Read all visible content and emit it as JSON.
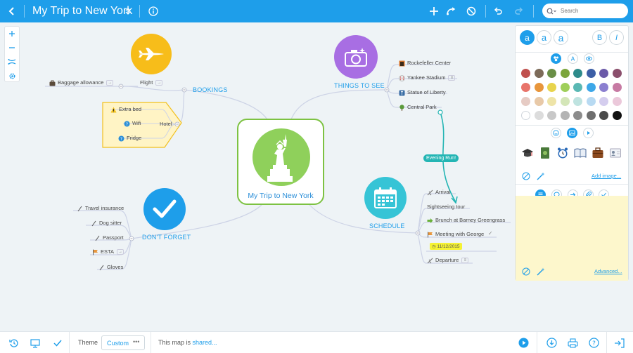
{
  "topbar": {
    "title": "My Trip to New York",
    "search_placeholder": "Search"
  },
  "mindmap": {
    "center": "My Trip to New York",
    "branches": {
      "bookings": "BOOKINGS",
      "things": "THINGS TO SEE",
      "schedule": "SCHEDULE",
      "dontforget": "DON'T FORGET"
    },
    "bookings": {
      "flight": "Flight",
      "baggage": "Baggage allowance",
      "hotel": "Hotel",
      "extra_bed": "Extra bed",
      "wifi": "Wifi",
      "fridge": "Fridge"
    },
    "things": [
      "Rockefeller Center",
      "Yankee Stadium",
      "Statue of Liberty",
      "Central Park"
    ],
    "schedule": {
      "arrival": "Arrival",
      "sightseeing": "Sightseeing tour",
      "brunch": "Brunch at Barney Greengrass",
      "meeting": "Meeting with George",
      "meeting_date": "11/12/2015",
      "departure": "Departure"
    },
    "dontforget": [
      "Travel insurance",
      "Dog sitter",
      "Passport",
      "ESTA",
      "Gloves"
    ],
    "relation_label": "Evening Run!"
  },
  "panel": {
    "font_small": "a",
    "font_medium": "a",
    "font_large": "a",
    "bold": "B",
    "italic": "I",
    "colors": [
      "#c0504d",
      "#7d6b59",
      "#6a8f47",
      "#7ca53c",
      "#2e8b8b",
      "#3d5fa6",
      "#6b5aa8",
      "#8b4f6c",
      "#e8746a",
      "#e8963c",
      "#e8d44d",
      "#9fcf5a",
      "#5ab8b4",
      "#3da7e8",
      "#8b7fd0",
      "#c77aa3",
      "#e6cbc4",
      "#e8c9a8",
      "#eee4a8",
      "#d4e6b8",
      "#bfe3e0",
      "#b8daf2",
      "#d4cdee",
      "#ebc8da",
      "#ffffff",
      "#dcdcdc",
      "#c8c8c8",
      "#b4b4b4",
      "#8c8c8c",
      "#6e6e6e",
      "#4a4a4a",
      "#111111"
    ],
    "add_image": "Add image...",
    "advanced": "Advanced..."
  },
  "bottombar": {
    "theme_label": "Theme",
    "theme_value": "Custom",
    "theme_more": "•••",
    "shared_prefix": "This map is",
    "shared_link": "shared..."
  }
}
